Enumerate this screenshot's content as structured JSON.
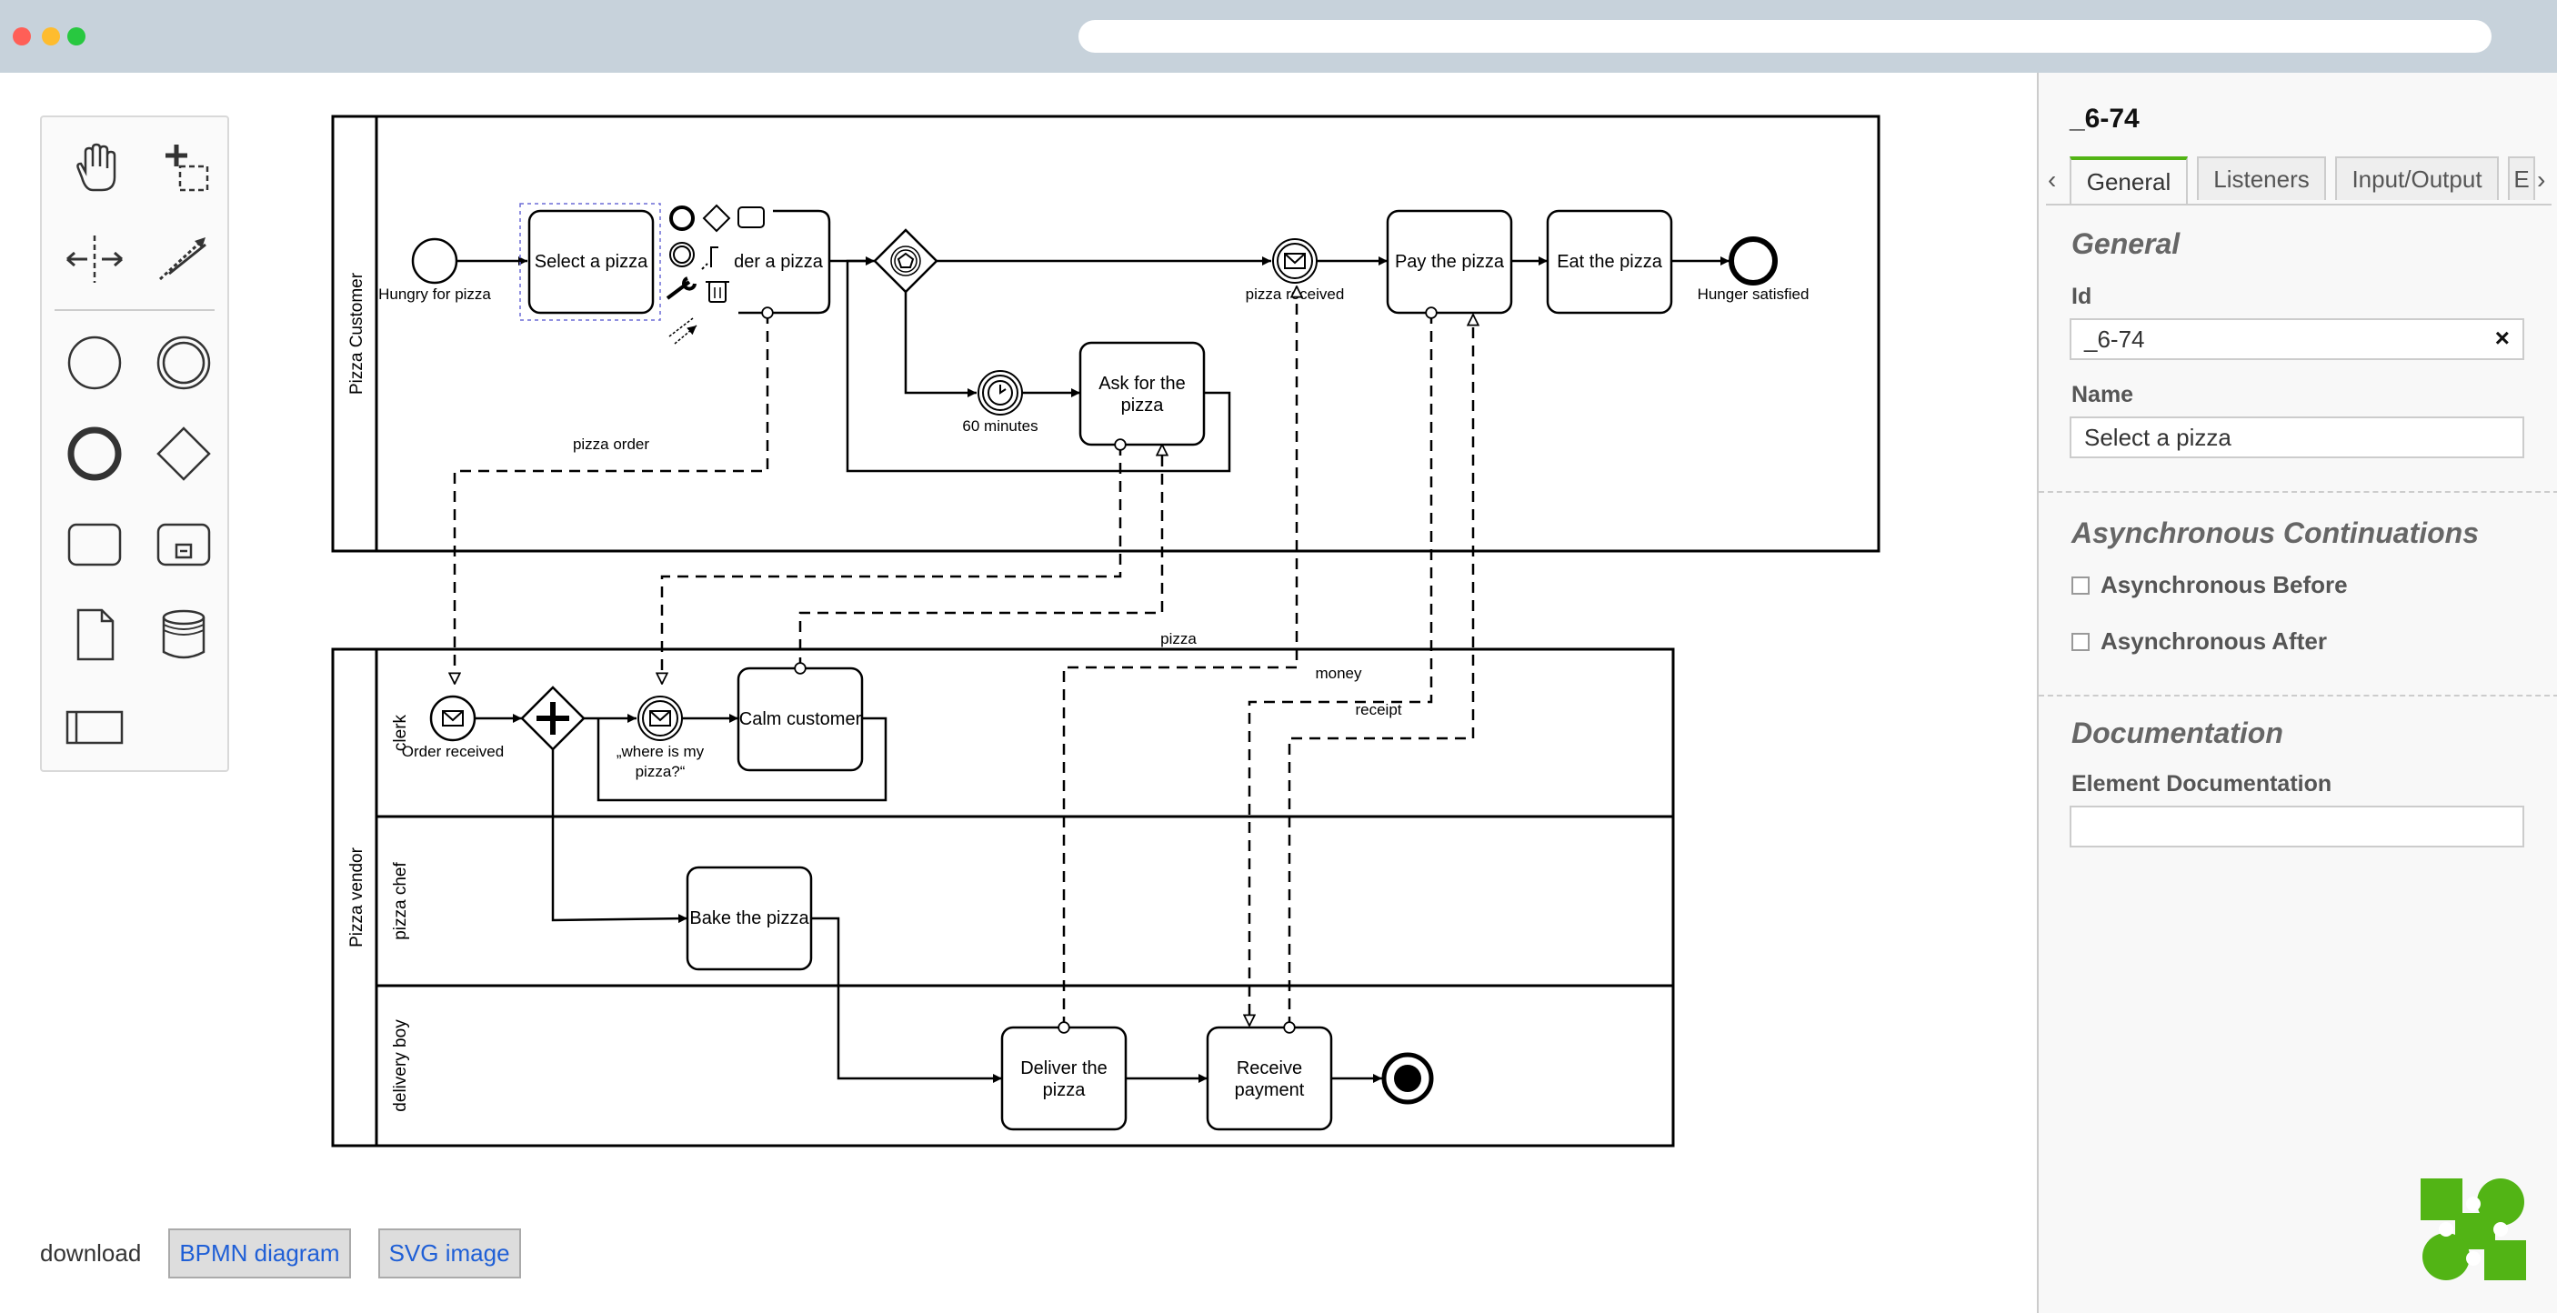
{
  "download": {
    "label": "download",
    "bpmn_button": "BPMN diagram",
    "svg_button": "SVG image"
  },
  "diagram": {
    "pools": {
      "customer": "Pizza Customer",
      "vendor": "Pizza vendor"
    },
    "lanes": {
      "clerk": "clerk",
      "chef": "pizza chef",
      "delivery": "delivery boy"
    },
    "events": {
      "hungry": "Hungry for pizza",
      "pizza_received": "pizza received",
      "hunger_satisfied": "Hunger satisfied",
      "timer": "60 minutes",
      "order_received": "Order received",
      "where_is_pizza_1": "„where is my",
      "where_is_pizza_2": "pizza?“"
    },
    "tasks": {
      "select": "Select a pizza",
      "order": "der a pizza",
      "pay": "Pay the pizza",
      "eat": "Eat the pizza",
      "ask_1": "Ask for the",
      "ask_2": "pizza",
      "calm": "Calm customer",
      "bake": "Bake the pizza",
      "deliver_1": "Deliver the",
      "deliver_2": "pizza",
      "receive_1": "Receive",
      "receive_2": "payment"
    },
    "flows": {
      "pizza_order": "pizza order",
      "pizza": "pizza",
      "money": "money",
      "receipt": "receipt"
    }
  },
  "properties": {
    "title": "_6-74",
    "tabs": [
      "General",
      "Listeners",
      "Input/Output",
      "E"
    ],
    "general": {
      "heading": "General",
      "id_label": "Id",
      "id_value": "_6-74",
      "name_label": "Name",
      "name_value": "Select a pizza"
    },
    "async": {
      "heading": "Asynchronous Continuations",
      "before": "Asynchronous Before",
      "after": "Asynchronous After"
    },
    "documentation": {
      "heading": "Documentation",
      "element_label": "Element Documentation",
      "element_value": ""
    }
  },
  "colors": {
    "accent": "#52b415",
    "logo": "#52b415",
    "link": "#1f5fd6"
  }
}
